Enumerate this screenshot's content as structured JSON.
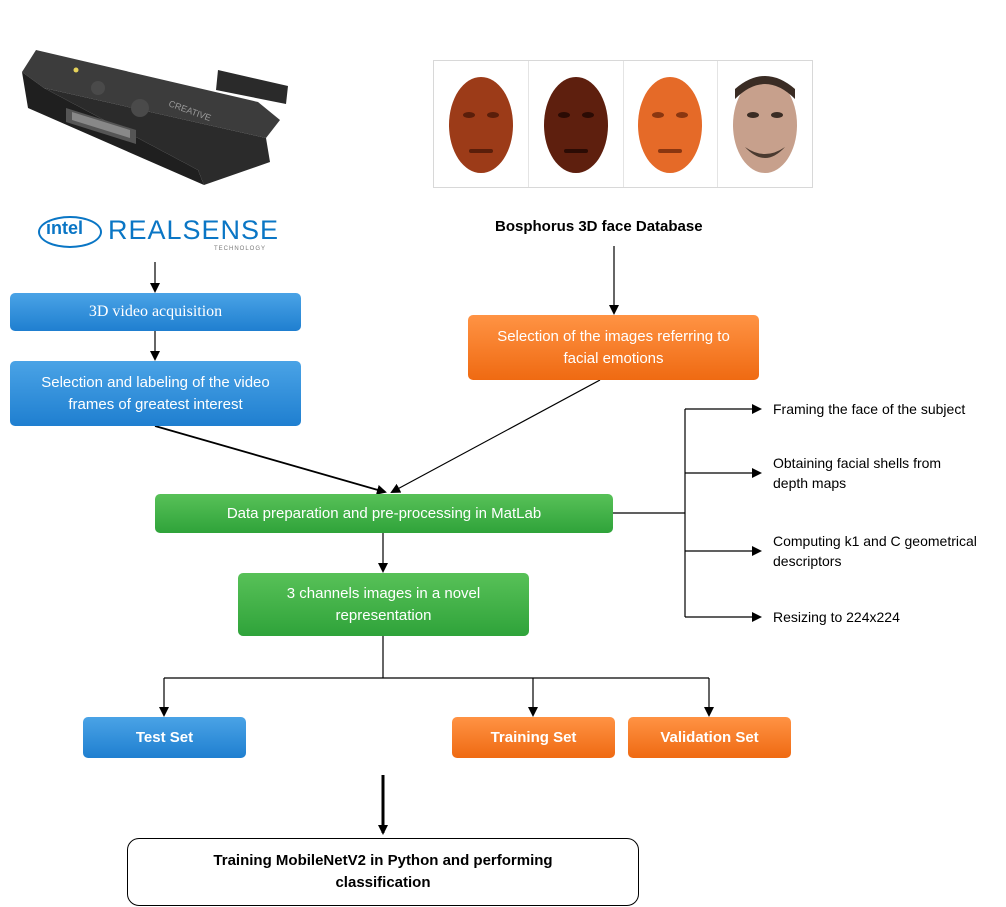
{
  "logo": {
    "intel": "intel",
    "brand": "REALSENSE",
    "tagline": "TECHNOLOGY",
    "camera_brand": "CREATIVE"
  },
  "database_label": "Bosphorus 3D face Database",
  "nodes": {
    "acquisition": "3D video acquisition",
    "labeling": "Selection and labeling of the video frames of greatest interest",
    "selection": "Selection of the images referring to facial emotions",
    "preprocessing": "Data preparation and pre-processing in MatLab",
    "channels": "3 channels images in a novel representation",
    "test_set": "Test Set",
    "training_set": "Training Set",
    "validation_set": "Validation Set",
    "training": "Training MobileNetV2 in Python and performing classification"
  },
  "steps": [
    "Framing the face of the subject",
    "Obtaining facial shells from depth maps",
    "Computing k1 and C geometrical descriptors",
    "Resizing to 224x224"
  ],
  "colors": {
    "blue": "#1f7fd0",
    "orange": "#ef6a12",
    "green": "#2fa33a",
    "logo_blue": "#0a76c5"
  },
  "face_tones": [
    "#9c3b18",
    "#5e1f0e",
    "#e56a28",
    "#c7a08c"
  ]
}
